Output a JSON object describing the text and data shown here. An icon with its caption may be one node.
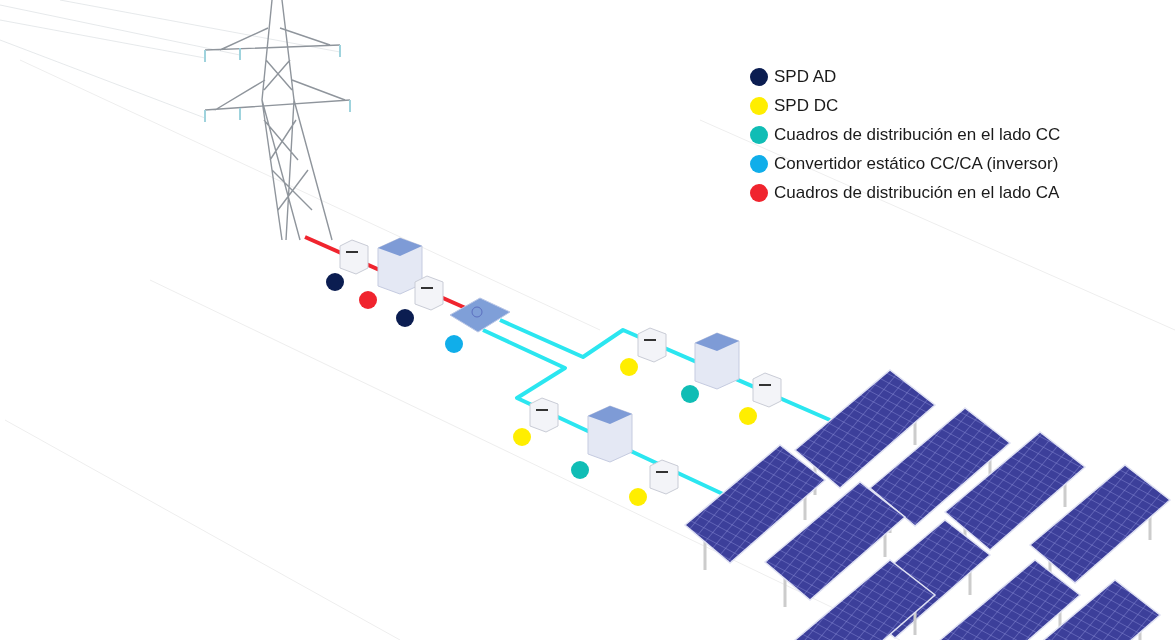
{
  "diagram": {
    "nodes": [
      {
        "text": [],
        "shape": "picture"
      },
      {
        "text": [],
        "shape": "picture"
      },
      {
        "text": [],
        "shape": "picture"
      }
    ],
    "edges": [
      {
        "from": 0,
        "to": 1,
        "arrow": "none",
        "color": "#f0242e"
      },
      {
        "from": 1,
        "to": 2,
        "arrow": "none"
      },
      {
        "from": 1,
        "to": 2,
        "arrow": "none"
      }
    ],
    "legend": [
      {
        "text": "SPD AD",
        "color": "#0b1d51"
      },
      {
        "text": "SPD DC",
        "color": "#ffee00"
      },
      {
        "text": "Cuadros de distribución en el lado CC",
        "color": "#10bdb5"
      },
      {
        "text": "Convertidor estático CC/CA (inversor)",
        "color": "#10aeea"
      },
      {
        "text": "Cuadros de distribución en el lado CA",
        "color": "#f0242e"
      }
    ]
  }
}
